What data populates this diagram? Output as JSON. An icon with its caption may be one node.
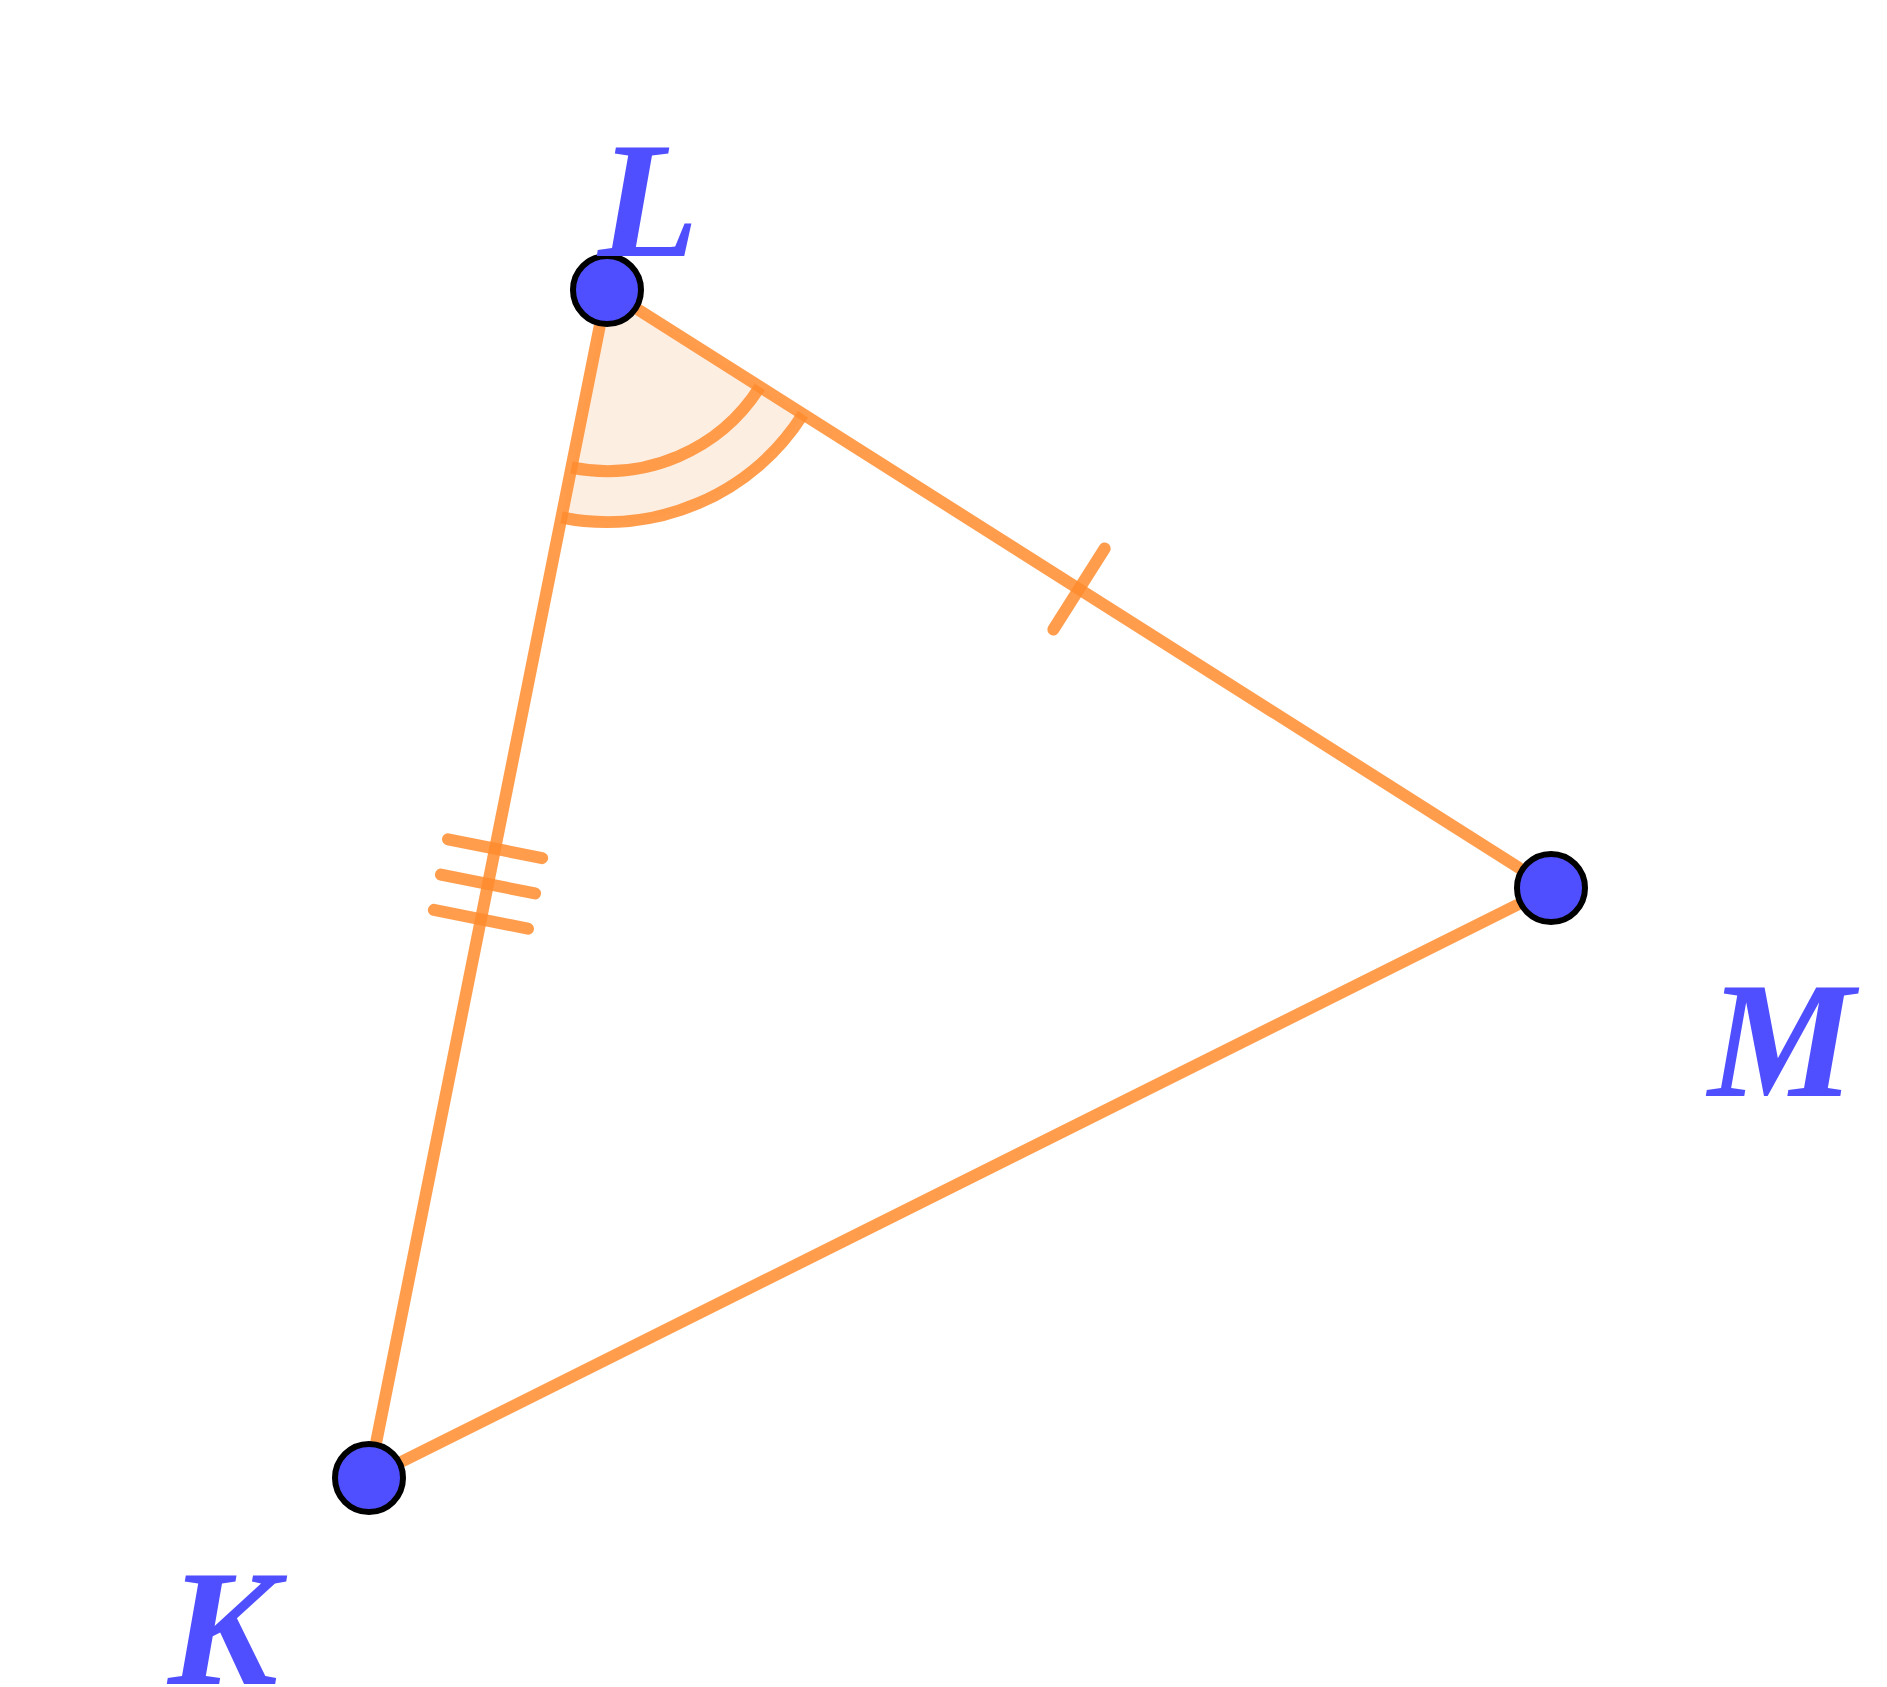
{
  "diagram": {
    "nodes": [
      {
        "text": [
          "L"
        ]
      },
      {
        "text": [
          "M"
        ]
      },
      {
        "text": [
          "K"
        ]
      }
    ],
    "edges": [
      {
        "from": 0,
        "to": 1,
        "arrow": "none"
      },
      {
        "from": 1,
        "to": 2,
        "arrow": "none"
      },
      {
        "from": 2,
        "to": 0,
        "arrow": "none"
      }
    ]
  }
}
